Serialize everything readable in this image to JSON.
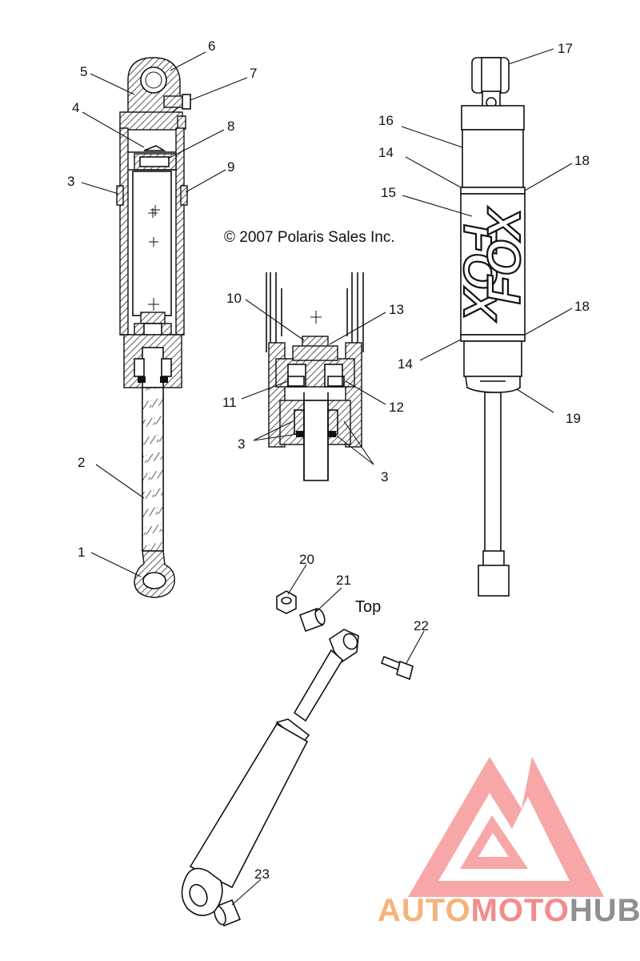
{
  "copyright": "© 2007 Polaris Sales Inc.",
  "top_label": "Top",
  "shock_brand_text": "FOX",
  "watermark": {
    "part1": "AUTO",
    "part2": "MOTO",
    "part3": "HUB",
    "color_orange": "#f7b27a",
    "color_red": "#f58a8a",
    "color_gray": "#8f8f8f"
  },
  "callouts": [
    {
      "id": "1",
      "label": "1"
    },
    {
      "id": "2",
      "label": "2"
    },
    {
      "id": "3",
      "label": "3"
    },
    {
      "id": "4",
      "label": "4"
    },
    {
      "id": "5",
      "label": "5"
    },
    {
      "id": "6",
      "label": "6"
    },
    {
      "id": "7",
      "label": "7"
    },
    {
      "id": "8",
      "label": "8"
    },
    {
      "id": "9",
      "label": "9"
    },
    {
      "id": "10",
      "label": "10"
    },
    {
      "id": "11",
      "label": "11"
    },
    {
      "id": "12",
      "label": "12"
    },
    {
      "id": "13",
      "label": "13"
    },
    {
      "id": "3b",
      "label": "3"
    },
    {
      "id": "3c",
      "label": "3"
    },
    {
      "id": "14",
      "label": "14"
    },
    {
      "id": "15",
      "label": "15"
    },
    {
      "id": "16",
      "label": "16"
    },
    {
      "id": "17",
      "label": "17"
    },
    {
      "id": "18",
      "label": "18"
    },
    {
      "id": "18b",
      "label": "18"
    },
    {
      "id": "14b",
      "label": "14"
    },
    {
      "id": "19",
      "label": "19"
    },
    {
      "id": "20",
      "label": "20"
    },
    {
      "id": "21",
      "label": "21"
    },
    {
      "id": "22",
      "label": "22"
    },
    {
      "id": "23",
      "label": "23"
    }
  ]
}
